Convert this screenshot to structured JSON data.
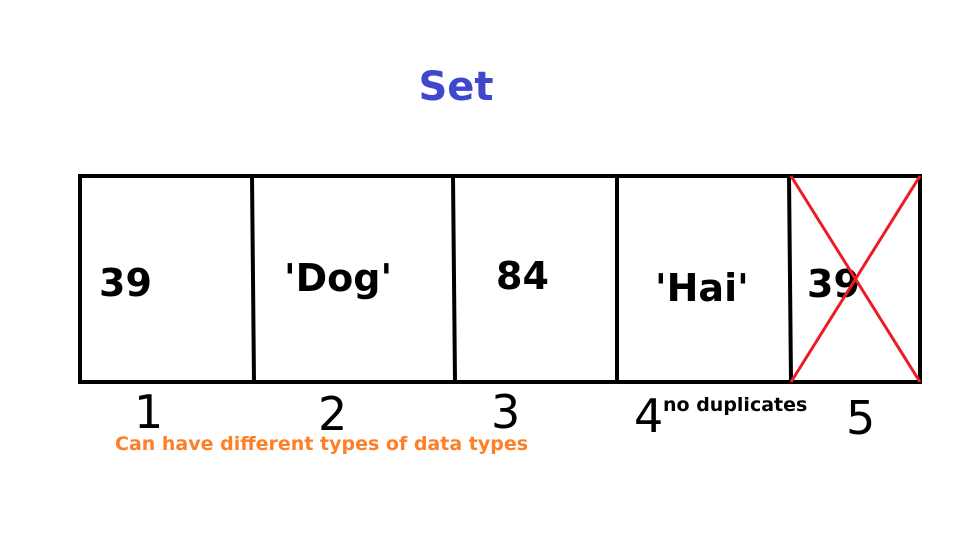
{
  "title": "Set",
  "title_color": "#3f48cc",
  "cells": [
    {
      "value": "39",
      "index": "1",
      "rejected": false
    },
    {
      "value": "'Dog'",
      "index": "2",
      "rejected": false
    },
    {
      "value": "84",
      "index": "3",
      "rejected": false
    },
    {
      "value": "'Hai'",
      "index": "4",
      "rejected": false
    },
    {
      "value": "39",
      "index": "5",
      "rejected": true
    }
  ],
  "notes": {
    "duplicates": "no duplicates",
    "data_types": "Can have different types of data types",
    "data_types_color": "#ff7f27"
  },
  "cross_color": "#ed1c24"
}
